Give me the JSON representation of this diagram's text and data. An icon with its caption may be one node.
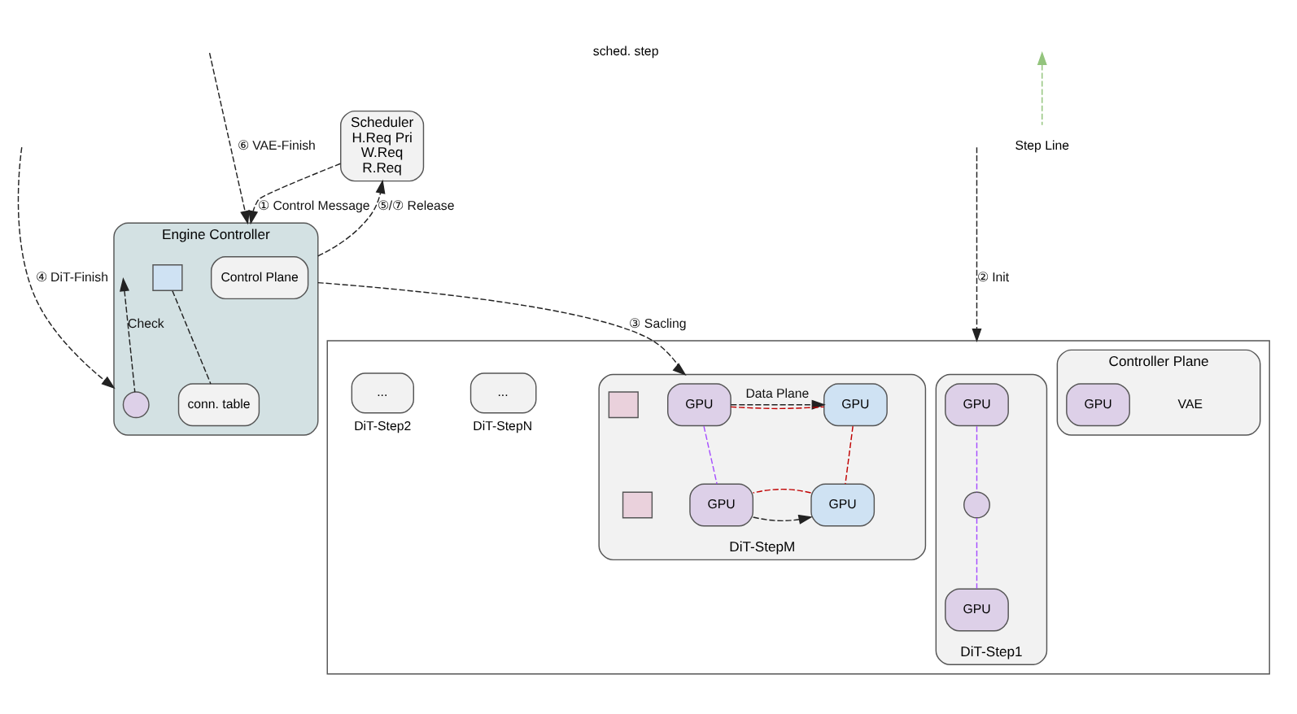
{
  "diagram": {
    "nodes": [
      {
        "text": [
          "Scheduler",
          "H.Req Pri",
          "W.Req",
          "R.Req"
        ]
      },
      {
        "text": [
          "Engine Controller"
        ]
      },
      {
        "text": [
          "Control Plane"
        ],
        "in": 1
      },
      {
        "text": [],
        "shape": "box",
        "in": 1
      },
      {
        "text": [
          "conn. table"
        ],
        "in": 1
      },
      {
        "text": [],
        "shape": "circle",
        "in": 1
      },
      {
        "text": [],
        "shape": "box"
      },
      {
        "text": [
          "DiT-Step1"
        ],
        "in": 6
      },
      {
        "text": [
          "GPU"
        ],
        "in": 7
      },
      {
        "text": [
          "GPU"
        ],
        "in": 7
      },
      {
        "text": [],
        "shape": "circle",
        "in": 7
      },
      {
        "text": [
          "..."
        ],
        "beside": [
          "DiT-Step2"
        ],
        "in": 6
      },
      {
        "text": [
          "DiT-StepM"
        ],
        "in": 6
      },
      {
        "text": [
          "GPU"
        ],
        "in": 12
      },
      {
        "text": [],
        "shape": "box",
        "in": 12
      },
      {
        "text": [
          "GPU"
        ],
        "in": 12
      },
      {
        "text": [
          "GPU"
        ],
        "in": 12
      },
      {
        "text": [],
        "shape": "box",
        "in": 12
      },
      {
        "text": [
          "GPU"
        ],
        "in": 12
      },
      {
        "text": [
          "..."
        ],
        "beside": [
          "DiT-StepN"
        ],
        "in": 6
      },
      {
        "text": [
          "Controller Plane"
        ],
        "beside": [
          "VAE"
        ],
        "in": 6
      },
      {
        "text": [
          "GPU"
        ],
        "in": 20
      }
    ],
    "edges": [
      {
        "from": 0,
        "to": 1,
        "arrow": "to",
        "label": "① Control Message",
        "style": "dashed"
      },
      {
        "from": 1,
        "to": 0,
        "arrow": "to",
        "label": "⑤/⑦ Release",
        "style": "dashed"
      },
      {
        "from": null,
        "to": 6,
        "arrow": "to",
        "label": "② Init",
        "style": "dashed"
      },
      {
        "from": 1,
        "to": 12,
        "arrow": "to",
        "label": "③ Sacling",
        "style": "dashed"
      },
      {
        "from": null,
        "to": 1,
        "arrow": "to",
        "label": "④ DiT-Finish",
        "style": "dashed"
      },
      {
        "from": null,
        "to": 1,
        "arrow": "to",
        "label": "⑥ VAE-Finish",
        "style": "dashed"
      },
      {
        "from": 5,
        "to": 1,
        "arrow": "to",
        "label": "Check",
        "style": "dashed"
      },
      {
        "from": 3,
        "to": 4,
        "arrow": "none",
        "style": "dashed"
      },
      {
        "from": 8,
        "to": 10,
        "arrow": "none",
        "style": "dashed",
        "color": "#a64dff"
      },
      {
        "from": 10,
        "to": 9,
        "arrow": "none",
        "style": "dashed",
        "color": "#a64dff"
      },
      {
        "from": 13,
        "to": 15,
        "arrow": "to",
        "label": "Data Plane",
        "style": "dashed"
      },
      {
        "from": 16,
        "to": 18,
        "arrow": "to",
        "style": "dashed"
      },
      {
        "from": 13,
        "to": 15,
        "arrow": "none",
        "style": "dashed",
        "color": "#c00000"
      },
      {
        "from": 15,
        "to": 18,
        "arrow": "none",
        "style": "dashed",
        "color": "#c00000"
      },
      {
        "from": 18,
        "to": 16,
        "arrow": "none",
        "style": "dashed",
        "color": "#c00000"
      },
      {
        "from": 13,
        "to": 16,
        "arrow": "none",
        "style": "dashed",
        "color": "#a64dff"
      }
    ],
    "labels": [
      "sched. step"
    ],
    "legend": [
      {
        "text": "Step Line"
      }
    ]
  }
}
